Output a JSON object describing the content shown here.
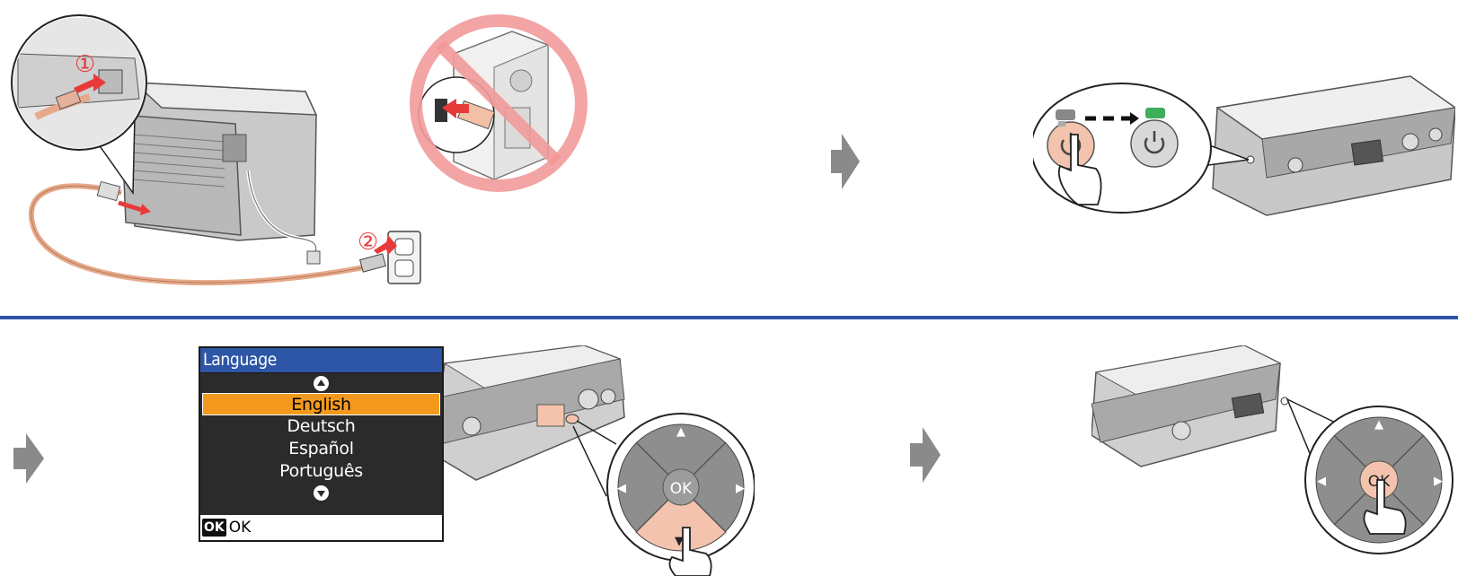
{
  "step_markers": {
    "one": "①",
    "two": "②"
  },
  "lcd": {
    "title": "Language",
    "items": [
      "English",
      "Deutsch",
      "Español",
      "Português"
    ],
    "selected_index": 0,
    "footer_button": "OK",
    "footer_label": "OK"
  },
  "keypad": {
    "ok_label": "OK",
    "up": "▲",
    "down": "▼",
    "left": "◀",
    "right": "▶"
  },
  "colors": {
    "divider": "#2e56a6",
    "accent": "#e83a3a",
    "highlight": "#f39a1e",
    "arrow": "#8a8a8a",
    "touch": "#f3c3ad",
    "power_on": "#3fae5a"
  },
  "icons": [
    "power-icon",
    "hand-pointer-icon",
    "prohibition-icon",
    "step-arrow-icon",
    "usb-plug-icon",
    "wall-outlet-icon"
  ]
}
